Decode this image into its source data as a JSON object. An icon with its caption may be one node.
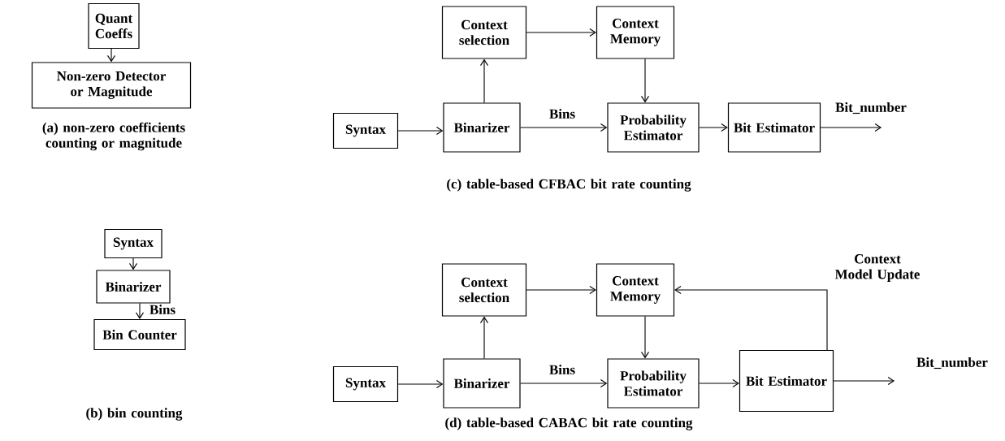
{
  "diagram": {
    "nodes": [
      {
        "text": [
          "Quant Coeffs"
        ]
      },
      {
        "text": [
          "Non-zero Detector or Magnitude"
        ]
      },
      {
        "text": [
          "Syntax"
        ]
      },
      {
        "text": [
          "Binarizer"
        ]
      },
      {
        "text": [
          "Bin Counter"
        ]
      },
      {
        "text": [
          "Context selection"
        ]
      },
      {
        "text": [
          "Context Memory"
        ]
      },
      {
        "text": [
          "Syntax"
        ]
      },
      {
        "text": [
          "Binarizer"
        ]
      },
      {
        "text": [
          "Probability Estimator"
        ]
      },
      {
        "text": [
          "Bit Estimator"
        ]
      },
      {
        "text": [
          "Context selection"
        ]
      },
      {
        "text": [
          "Context Memory"
        ]
      },
      {
        "text": [
          "Syntax"
        ]
      },
      {
        "text": [
          "Binarizer"
        ]
      },
      {
        "text": [
          "Probability Estimator"
        ]
      },
      {
        "text": [
          "Bit Estimator"
        ]
      }
    ],
    "edges": [
      {
        "from": 0,
        "to": 1,
        "arrow": "to"
      },
      {
        "from": 2,
        "to": 3,
        "arrow": "to"
      },
      {
        "from": 3,
        "to": 4,
        "arrow": "to",
        "label": "Bins"
      },
      {
        "from": 7,
        "to": 8,
        "arrow": "to"
      },
      {
        "from": 8,
        "to": 9,
        "arrow": "to",
        "label": "Bins"
      },
      {
        "from": 8,
        "to": 5,
        "arrow": "to"
      },
      {
        "from": 5,
        "to": 6,
        "arrow": "to"
      },
      {
        "from": 6,
        "to": 9,
        "arrow": "to"
      },
      {
        "from": 9,
        "to": 10,
        "arrow": "to"
      },
      {
        "from": 10,
        "to": null,
        "arrow": "to",
        "label": "Bit_number"
      },
      {
        "from": 13,
        "to": 14,
        "arrow": "to"
      },
      {
        "from": 14,
        "to": 15,
        "arrow": "to",
        "label": "Bins"
      },
      {
        "from": 14,
        "to": 11,
        "arrow": "to"
      },
      {
        "from": 11,
        "to": 12,
        "arrow": "to"
      },
      {
        "from": 12,
        "to": 15,
        "arrow": "to"
      },
      {
        "from": 15,
        "to": 16,
        "arrow": "to"
      },
      {
        "from": 16,
        "to": 12,
        "arrow": "to",
        "label": "Context Model Update"
      },
      {
        "from": 16,
        "to": null,
        "arrow": "to",
        "label": "Bit_number"
      }
    ],
    "labels": [
      "(a) non-zero coefficients counting or magnitude",
      "(b) bin counting",
      "(c) table-based CFBAC bit rate counting",
      "(d) table-based CABAC bit rate counting"
    ]
  }
}
